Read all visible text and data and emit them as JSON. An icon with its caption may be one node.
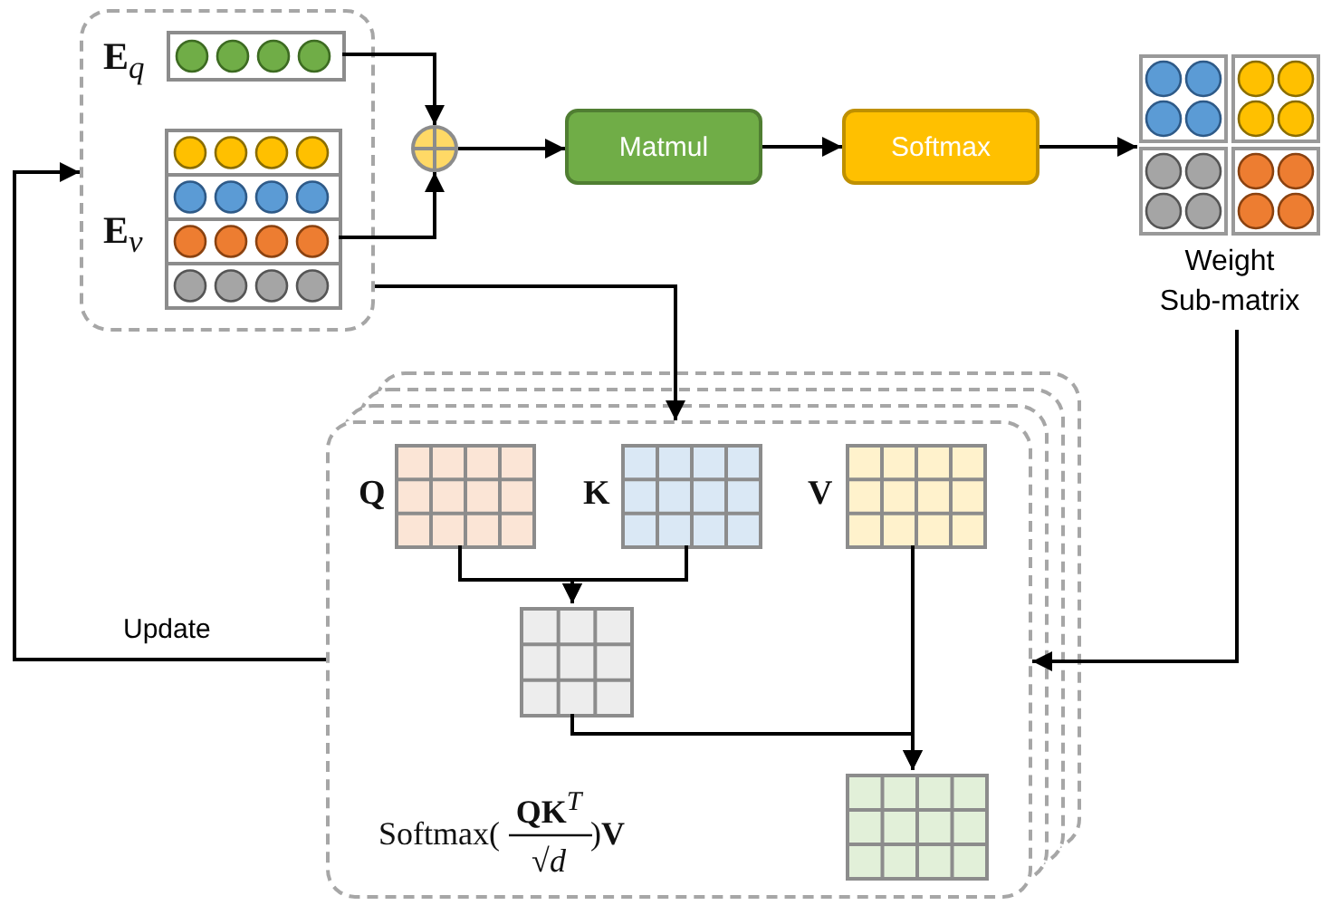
{
  "diagram": {
    "nodes": [
      {
        "text": [],
        "shape": "box"
      },
      {
        "text": [
          "**E**$_{q}$"
        ],
        "in": 0
      },
      {
        "text": [
          "**E**$_{v}$"
        ],
        "in": 0
      },
      {
        "text": [],
        "shape": "circle"
      },
      {
        "text": [
          "Matmul"
        ]
      },
      {
        "text": [
          "Softmax"
        ]
      },
      {
        "text": [
          "Weight Sub-matrix"
        ]
      },
      {
        "text": [],
        "shape": "box"
      },
      {
        "text": [
          "Q"
        ],
        "in": 7
      },
      {
        "text": [
          "K"
        ],
        "in": 7
      },
      {
        "text": [
          "V"
        ],
        "in": 7
      },
      {
        "text": [],
        "shape": "box",
        "in": 7
      },
      {
        "text": [],
        "shape": "box",
        "in": 7
      }
    ],
    "edges": [
      {
        "from": 1,
        "to": 3,
        "arrow": "to"
      },
      {
        "from": 2,
        "to": 3,
        "arrow": "to"
      },
      {
        "from": 3,
        "to": 4,
        "arrow": "to"
      },
      {
        "from": 4,
        "to": 5,
        "arrow": "to"
      },
      {
        "from": 5,
        "to": 6,
        "arrow": "to"
      },
      {
        "from": 0,
        "to": 7,
        "arrow": "to"
      },
      {
        "from": 6,
        "to": 7,
        "arrow": "to"
      },
      {
        "from": 7,
        "to": 0,
        "arrow": "to",
        "label": "Update"
      },
      {
        "from": 8,
        "to": 11,
        "arrow": "to"
      },
      {
        "from": 9,
        "to": 11,
        "arrow": "to"
      },
      {
        "from": 11,
        "to": 12,
        "arrow": "to"
      },
      {
        "from": 10,
        "to": 12,
        "arrow": "to"
      }
    ],
    "labels": [
      "Softmax(",
      "**QK**$^{T}$",
      "√*d*",
      ")**V**"
    ]
  }
}
